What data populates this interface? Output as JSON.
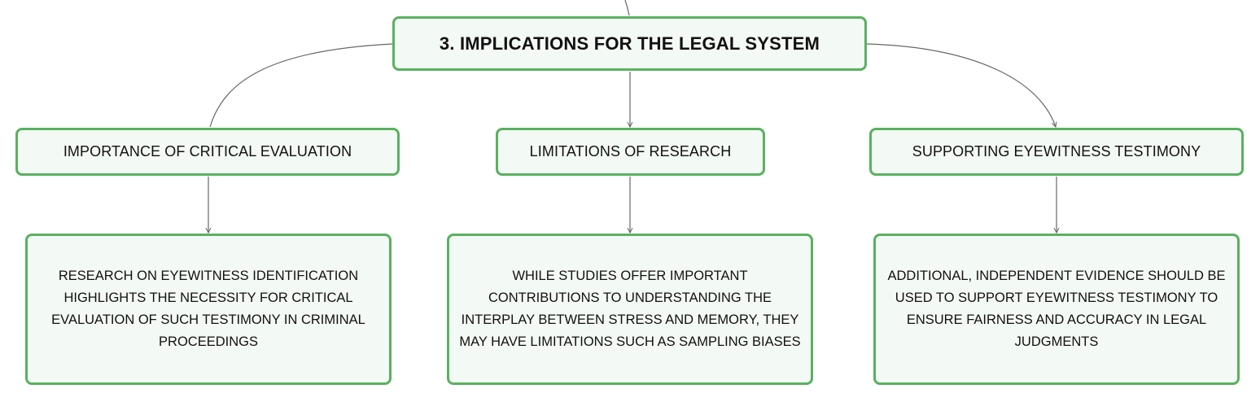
{
  "root": {
    "title": "3. IMPLICATIONS FOR THE LEGAL SYSTEM"
  },
  "branches": [
    {
      "label": "IMPORTANCE OF CRITICAL EVALUATION",
      "detail": "RESEARCH ON EYEWITNESS IDENTIFICATION HIGHLIGHTS THE NECESSITY FOR CRITICAL EVALUATION OF SUCH TESTIMONY IN CRIMINAL PROCEEDINGS"
    },
    {
      "label": "LIMITATIONS OF RESEARCH",
      "detail": "WHILE STUDIES OFFER IMPORTANT CONTRIBUTIONS TO UNDERSTANDING THE INTERPLAY BETWEEN STRESS AND MEMORY, THEY MAY HAVE LIMITATIONS SUCH AS SAMPLING BIASES"
    },
    {
      "label": "SUPPORTING EYEWITNESS TESTIMONY",
      "detail": "ADDITIONAL, INDEPENDENT EVIDENCE SHOULD BE USED TO SUPPORT EYEWITNESS TESTIMONY TO ENSURE FAIRNESS AND ACCURACY IN LEGAL JUDGMENTS"
    }
  ],
  "colors": {
    "node_border": "#59b15f",
    "node_fill": "#f3f9f4",
    "connector": "#666666",
    "text": "#111111"
  }
}
